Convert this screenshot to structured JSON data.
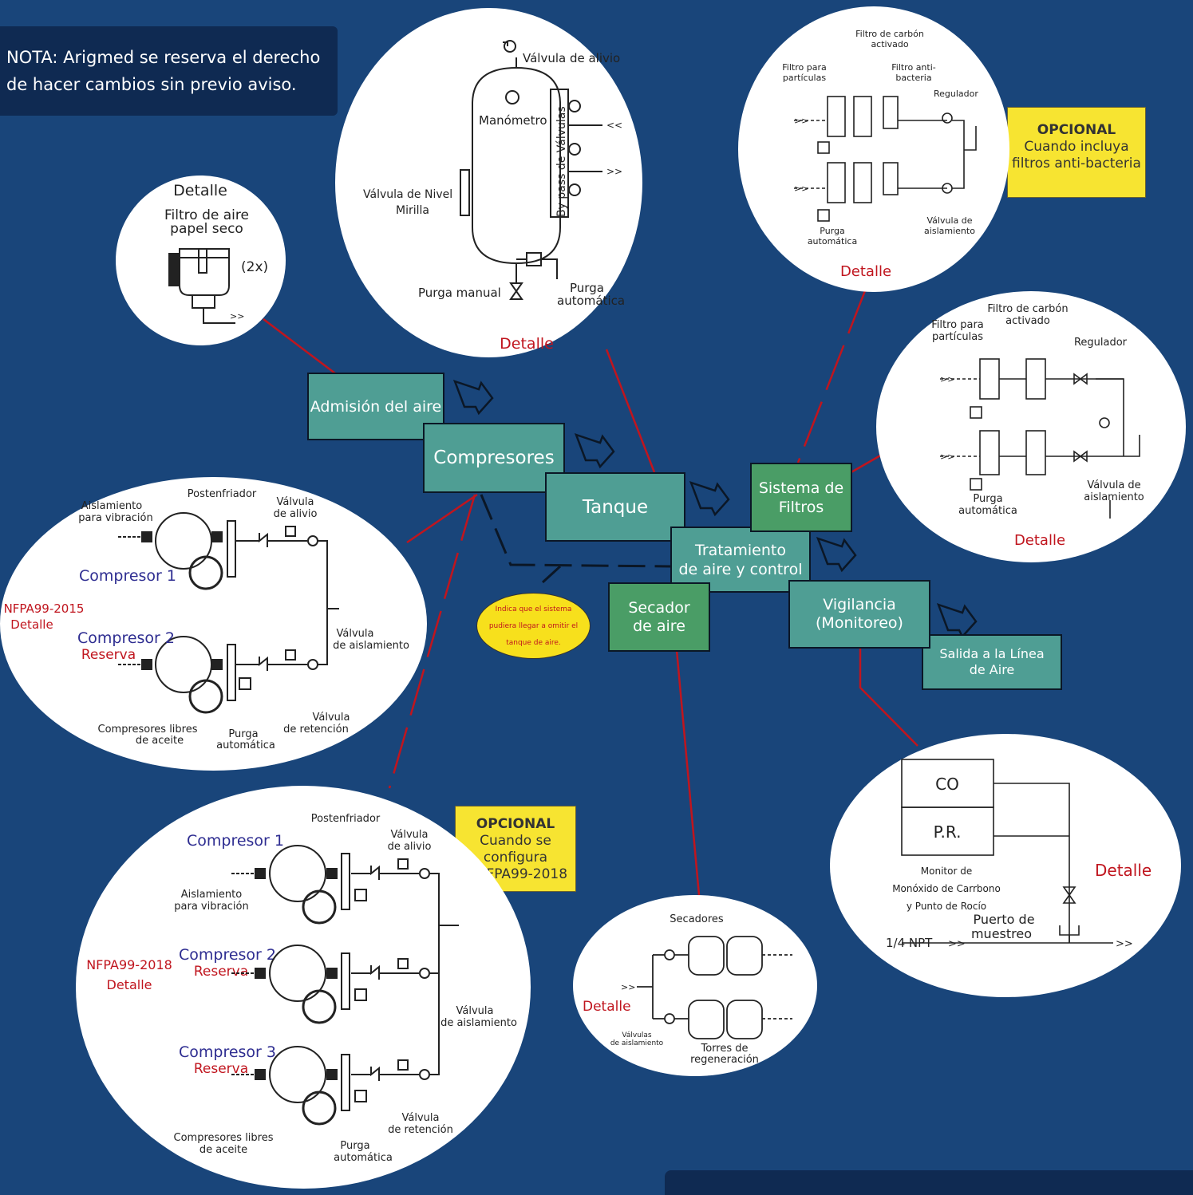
{
  "note": {
    "line1": "NOTA: Arigmed se reserva el derecho",
    "line2": "de hacer cambios sin previo aviso."
  },
  "flow": {
    "admision": "Admisión del aire",
    "compresores": "Compresores",
    "tanque": "Tanque",
    "sistema_filtros": [
      "Sistema de",
      "Filtros"
    ],
    "tratamiento": [
      "Tratamiento",
      "de aire y control"
    ],
    "secador": [
      "Secador",
      "de aire"
    ],
    "vigilancia": [
      "Vigilancia",
      "(Monitoreo)"
    ],
    "salida": [
      "Salida a la Línea",
      "de Aire"
    ]
  },
  "bubble_note": [
    "Indica que el sistema",
    "pudiera llegar a  omitir el",
    "tanque de aire."
  ],
  "optional1": {
    "title": "OPCIONAL",
    "lines": [
      "Cuando incluya",
      "filtros anti-bacteria"
    ]
  },
  "optional2": {
    "title": "OPCIONAL",
    "lines": [
      "Cuando se",
      "configura",
      "a NFPA99-2018"
    ]
  },
  "detail_air_filter": {
    "title": "Detalle",
    "sub1": "Filtro de aire",
    "sub2": "papel seco",
    "qty": "(2x)",
    "arrow": ">>"
  },
  "detail_tank": {
    "relief": "Válvula de alivio",
    "gauge": "Manómetro",
    "bypass": "By pass de Válvulas",
    "level1": "Válvula de Nivel",
    "level2": "Mirilla",
    "manual": "Purga manual",
    "auto1": "Purga",
    "auto2": "automática",
    "in": "<<",
    "out": ">>",
    "footer": "Detalle"
  },
  "detail_filters_top": {
    "carbon1": "Filtro de carbón",
    "carbon2": "activado",
    "part1": "Filtro para",
    "part2": "partículas",
    "anti1": "Filtro anti-",
    "anti2": "bacteria",
    "regulator": "Regulador",
    "iso1": "Válvula de",
    "iso2": "aislamiento",
    "purge1": "Purga",
    "purge2": "automática",
    "footer": "Detalle"
  },
  "detail_filters_right": {
    "carbon1": "Filtro de carbón",
    "carbon2": "activado",
    "part1": "Filtro para",
    "part2": "partículas",
    "regulator": "Regulador",
    "iso1": "Válvula de",
    "iso2": "aislamiento",
    "purge1": "Purga",
    "purge2": "automática",
    "footer": "Detalle"
  },
  "detail_comp_2015": {
    "vib1": "Aislamiento",
    "vib2": "para vibración",
    "after": "Postenfriador",
    "relief1": "Válvula",
    "relief2": "de alivio",
    "c1": "Compresor 1",
    "std1": "NFPA99-2015",
    "std2": "Detalle",
    "c2": "Compresor 2",
    "reserve": "Reserva",
    "iso1": "Válvula",
    "iso2": "de aislamiento",
    "oil1": "Compresores libres",
    "oil2": "de aceite",
    "purge1": "Purga",
    "purge2": "automática",
    "check1": "Válvula",
    "check2": "de retención"
  },
  "detail_comp_2018": {
    "after": "Postenfriador",
    "c1": "Compresor 1",
    "relief1": "Válvula",
    "relief2": "de alivio",
    "vib1": "Aislamiento",
    "vib2": "para vibración",
    "std1": "NFPA99-2018",
    "std2": "Detalle",
    "c2": "Compresor 2",
    "reserve2": "Reserva",
    "iso1": "Válvula",
    "iso2": "de aislamiento",
    "c3": "Compresor 3",
    "reserve3": "Reserva",
    "check1": "Válvula",
    "check2": "de retención",
    "oil1": "Compresores libres",
    "oil2": "de aceite",
    "purge1": "Purga",
    "purge2": "automática"
  },
  "detail_dryer": {
    "title": "Secadores",
    "detail": "Detalle",
    "iso1": "Válvulas",
    "iso2": "de aislamiento",
    "towers1": "Torres de",
    "towers2": "regeneración"
  },
  "detail_monitor": {
    "co": "CO",
    "pr": "P.R.",
    "m1": "Monitor de",
    "m2": "Monóxido de Carrbono",
    "m3": "y Punto de Rocío",
    "detail": "Detalle",
    "port1": "Puerto de",
    "port2": "muestreo",
    "npt": "1/4 NPT"
  },
  "colors": {
    "background": "#19457a",
    "teal": "#4f9e94",
    "green": "#4a9d66",
    "yellow": "#f7e431",
    "red": "#c0151e"
  }
}
